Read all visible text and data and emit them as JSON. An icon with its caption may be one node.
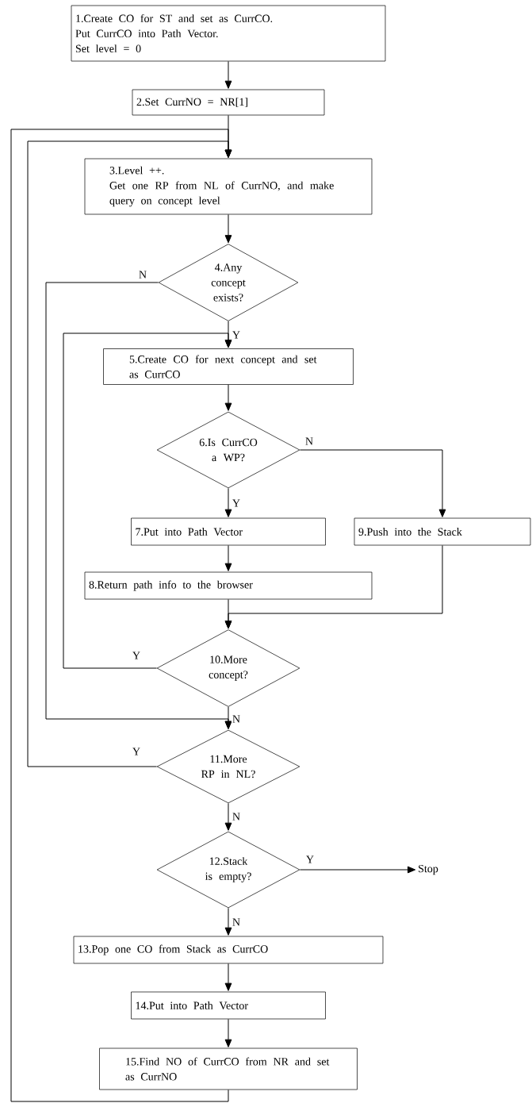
{
  "diagram": {
    "nodes": [
      {
        "text": [
          "1.Create CO for ST and set as CurrCO.",
          "Put CurrCO into Path Vector.",
          "Set level = 0"
        ]
      },
      {
        "text": [
          "2.Set CurrNO = NR[1]"
        ]
      },
      {
        "text": [
          "3.Level ++.",
          "Get one RP from NL of CurrNO, and make query on concept level"
        ]
      },
      {
        "text": [
          "4.Any concept exists?"
        ]
      },
      {
        "text": [
          "5.Create CO for next concept and set as CurrCO"
        ]
      },
      {
        "text": [
          "6.Is CurrCO a WP?"
        ]
      },
      {
        "text": [
          "7.Put into Path Vector"
        ]
      },
      {
        "text": [
          "9.Push into the Stack"
        ]
      },
      {
        "text": [
          "8.Return path info to the browser"
        ]
      },
      {
        "text": [
          "10.More concept?"
        ]
      },
      {
        "text": [
          "11.More RP in NL?"
        ]
      },
      {
        "text": [
          "12.Stack is empty?"
        ]
      },
      {
        "text": [
          "Stop"
        ]
      },
      {
        "text": [
          "13.Pop one CO from Stack as CurrCO"
        ]
      },
      {
        "text": [
          "14.Put into Path Vector"
        ]
      },
      {
        "text": [
          "15.Find NO of CurrCO from NR and set as CurrNO"
        ]
      }
    ],
    "edges": [
      {
        "from": 0,
        "to": 1,
        "arrow": "to"
      },
      {
        "from": 1,
        "to": 2,
        "arrow": "to"
      },
      {
        "from": 2,
        "to": 3,
        "arrow": "to"
      },
      {
        "from": 3,
        "to": 4,
        "arrow": "to",
        "label": "Y"
      },
      {
        "from": 3,
        "to": 10,
        "arrow": "to",
        "label": "N"
      },
      {
        "from": 4,
        "to": 5,
        "arrow": "to"
      },
      {
        "from": 5,
        "to": 6,
        "arrow": "to",
        "label": "Y"
      },
      {
        "from": 5,
        "to": 7,
        "arrow": "to",
        "label": "N"
      },
      {
        "from": 6,
        "to": 8,
        "arrow": "to"
      },
      {
        "from": 8,
        "to": 9,
        "arrow": "to"
      },
      {
        "from": 7,
        "to": 9,
        "arrow": "to"
      },
      {
        "from": 9,
        "to": 4,
        "arrow": "to",
        "label": "Y"
      },
      {
        "from": 9,
        "to": 10,
        "arrow": "to",
        "label": "N"
      },
      {
        "from": 10,
        "to": 2,
        "arrow": "to",
        "label": "Y"
      },
      {
        "from": 10,
        "to": 11,
        "arrow": "to",
        "label": "N"
      },
      {
        "from": 11,
        "to": 12,
        "arrow": "to",
        "label": "Y"
      },
      {
        "from": 11,
        "to": 13,
        "arrow": "to",
        "label": "N"
      },
      {
        "from": 13,
        "to": 14,
        "arrow": "to"
      },
      {
        "from": 14,
        "to": 15,
        "arrow": "to"
      },
      {
        "from": 15,
        "to": 2,
        "arrow": "to"
      }
    ]
  }
}
